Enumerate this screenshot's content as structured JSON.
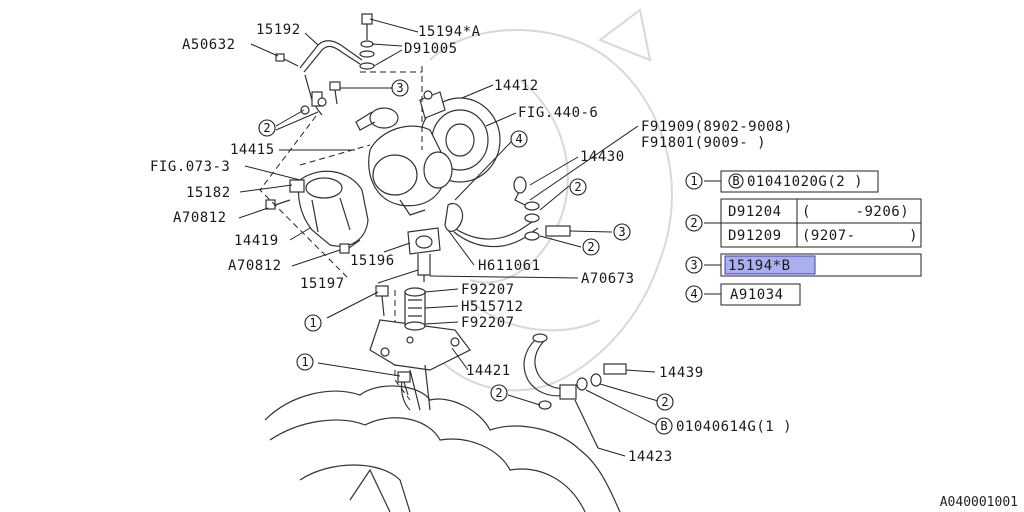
{
  "callouts": {
    "p15194A": "15194*A",
    "p15192": "15192",
    "a50632": "A50632",
    "d91005": "D91005",
    "p14412": "14412",
    "fig440": "FIG.440-6",
    "f91909": "F91909(8902-9008)",
    "f91801": "F91801(9009-        )",
    "p14415": "14415",
    "fig073": "FIG.073-3",
    "p15182": "15182",
    "a70812a": "A70812",
    "p14419": "14419",
    "a70812b": "A70812",
    "p15196": "15196",
    "h611061": "H611061",
    "p14430": "14430",
    "p15197": "15197",
    "a70673": "A70673",
    "f92207a": "F92207",
    "h515712": "H515712",
    "f92207b": "F92207",
    "p14421": "14421",
    "p14439": "14439",
    "b01040614": "01040614G(1 )",
    "p14423": "14423"
  },
  "circle_marks": {
    "one": "1",
    "two": "2",
    "three": "3",
    "four": "4",
    "b": "B"
  },
  "legend": {
    "row1_num": "1",
    "row1_text": "01041020G(2 )",
    "row2_num": "2",
    "row2a_part": "D91204",
    "row2a_range": "(     -9206)",
    "row2b_part": "D91209",
    "row2b_range": "(9207-      )",
    "row3_num": "3",
    "row3_text": "15194*B",
    "row4_num": "4",
    "row4_text": "A91034"
  },
  "diagram_code": "A040001001",
  "colors": {
    "highlight_fill": "#aab0ee",
    "line": "#222222"
  }
}
